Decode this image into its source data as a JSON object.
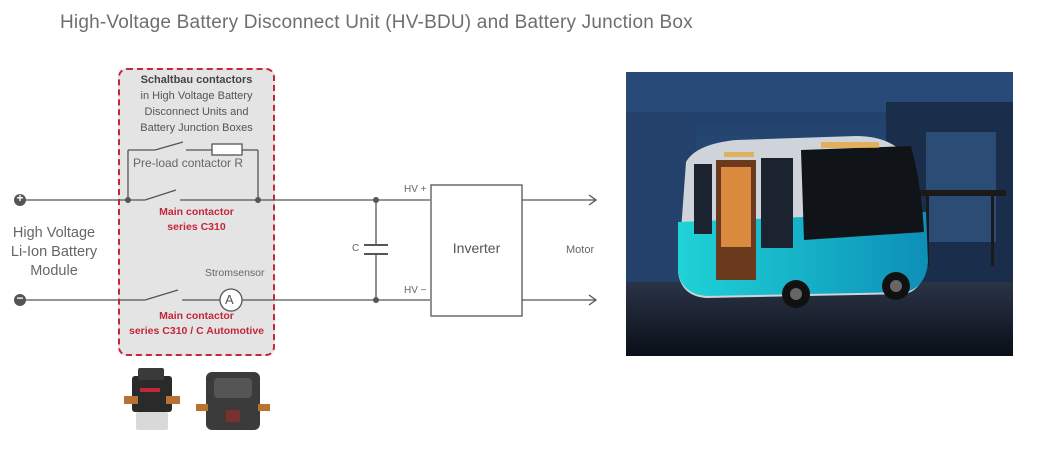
{
  "title": "High-Voltage Battery Disconnect Unit (HV-BDU) and Battery Junction Box",
  "dashed_box": {
    "heading": "Schaltbau contactors",
    "lines": [
      "in High Voltage Battery",
      "Disconnect Units and",
      "Battery Junction Boxes"
    ]
  },
  "preload_label": "Pre-load contactor R",
  "main_contactor_top": [
    "Main contactor",
    "series C310"
  ],
  "main_contactor_bottom": [
    "Main contactor",
    "series C310 / C Automotive"
  ],
  "stromsensor": "Stromsensor",
  "ammeter_symbol": "A",
  "battery_module": [
    "High Voltage",
    "Li-Ion Battery",
    "Module"
  ],
  "plus_symbol": "+",
  "minus_symbol": "−",
  "capacitor_label": "C",
  "hv_plus": "HV +",
  "hv_minus": "HV −",
  "inverter": "Inverter",
  "motor": "Motor",
  "colors": {
    "accent_red": "#c4263a",
    "line": "#555555",
    "title": "#6e6e6e"
  }
}
